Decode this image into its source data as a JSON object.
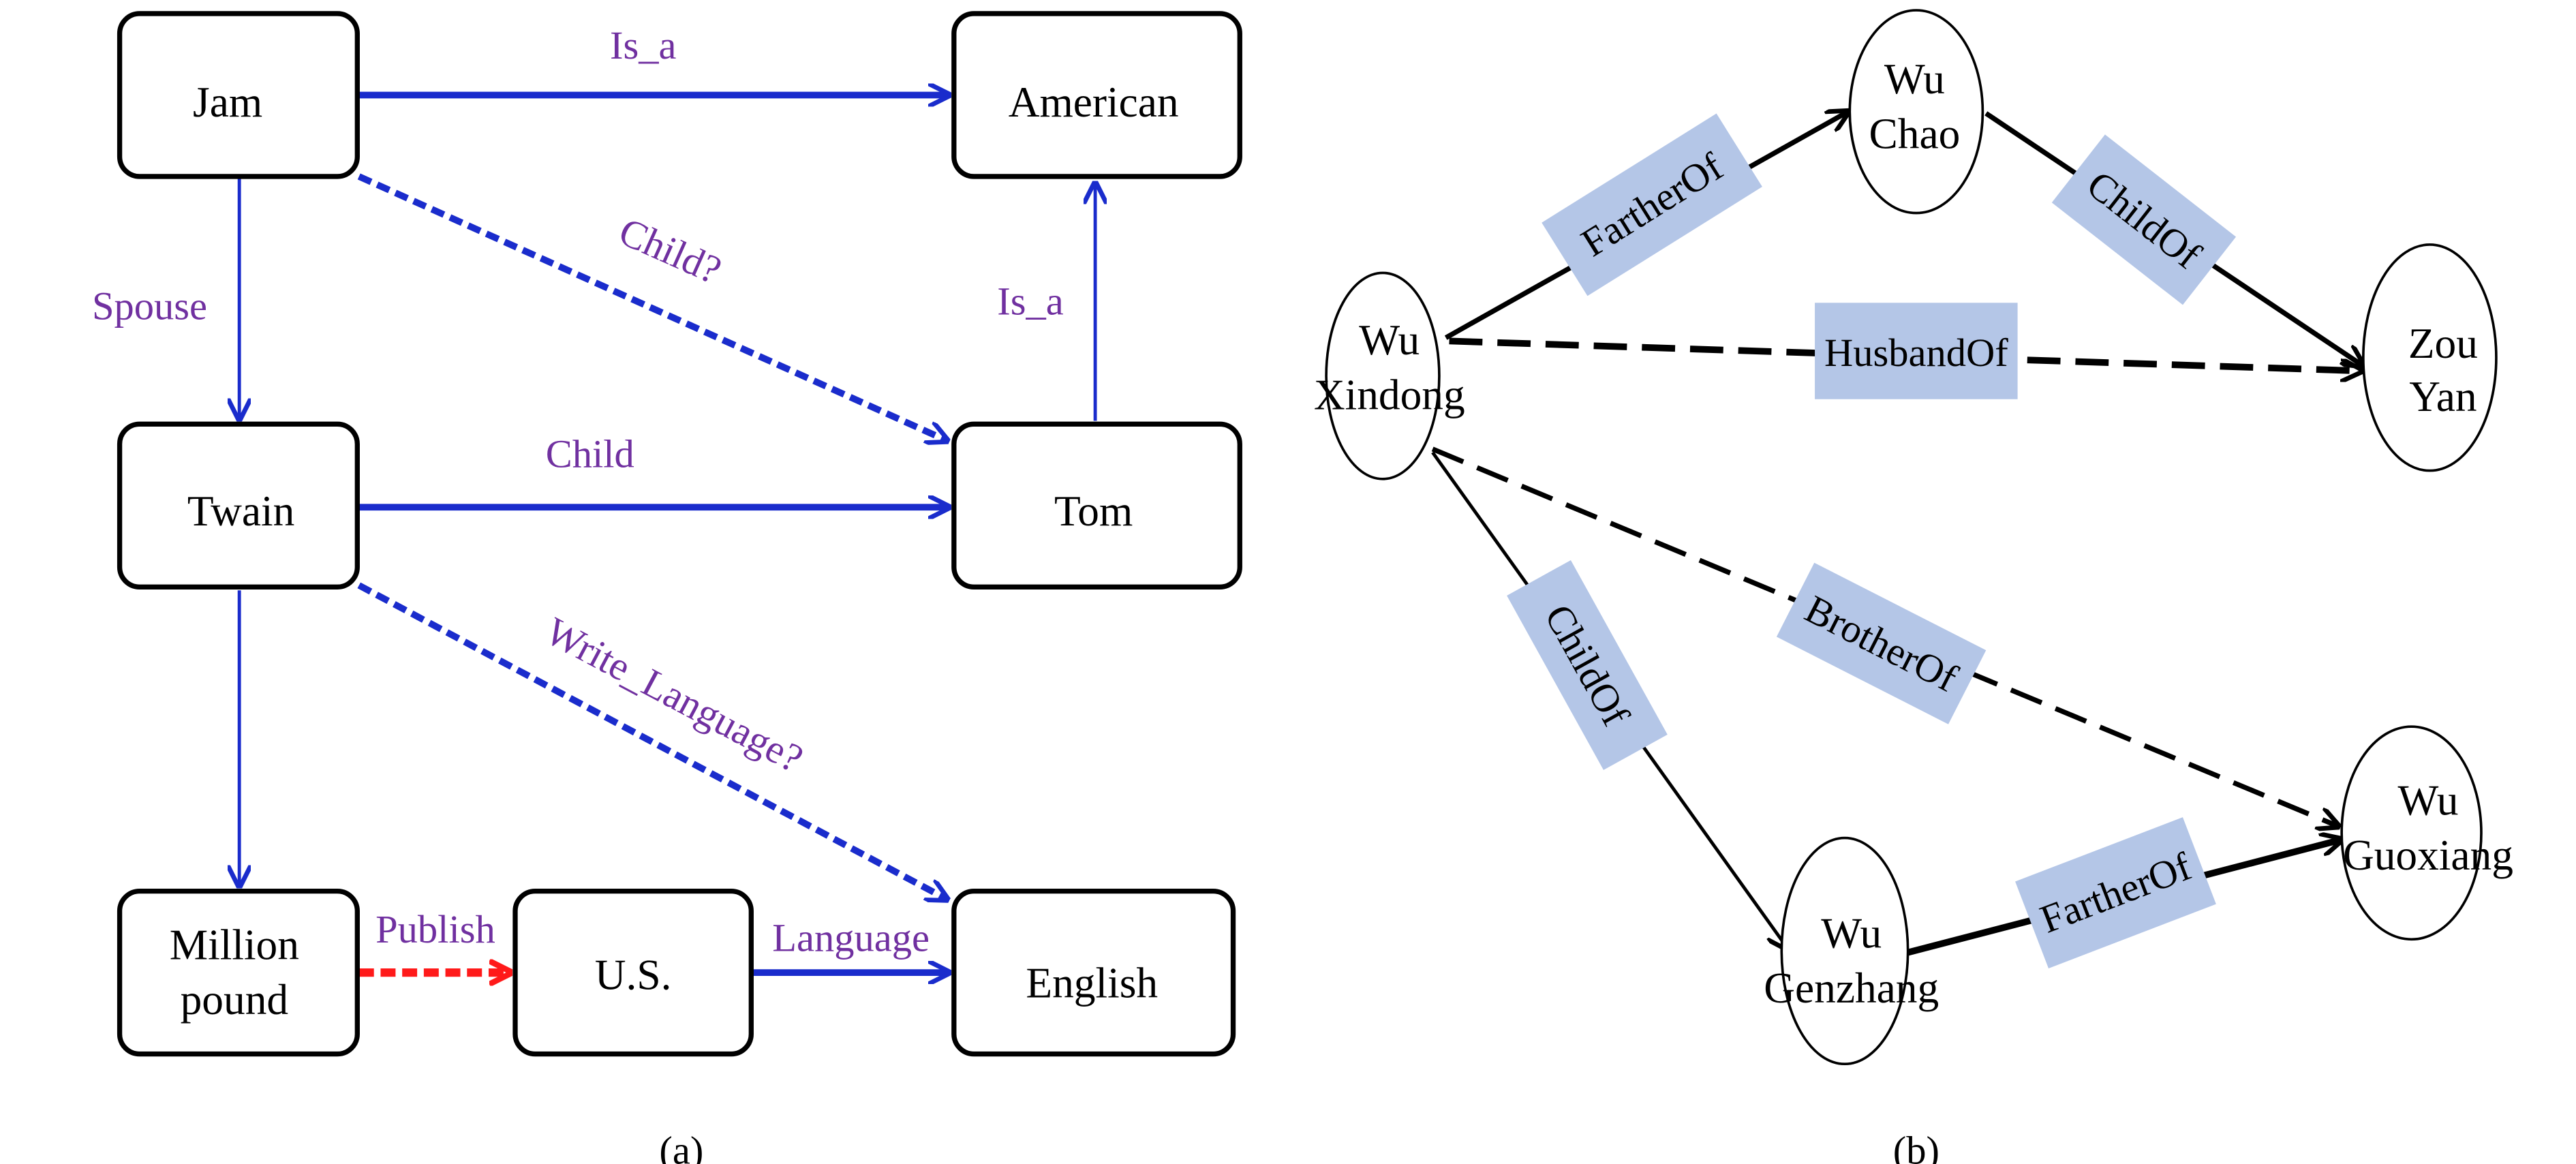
{
  "colors": {
    "blue_edge": "#1a2ccc",
    "red_edge": "#ff1a1a",
    "purple_label": "#7030a0",
    "label_box": "#b4c6e7",
    "black": "#000000"
  },
  "panel_a": {
    "caption": "(a)",
    "nodes": {
      "jam": "Jam",
      "american": "American",
      "twain": "Twain",
      "tom": "Tom",
      "million_pound_line1": "Million",
      "million_pound_line2": "pound",
      "us": "U.S.",
      "english": "English"
    },
    "edges": {
      "jam_american": "Is_a",
      "jam_tom": "Child?",
      "jam_twain": "Spouse",
      "tom_american": "Is_a",
      "twain_tom": "Child",
      "twain_english": "Write_Language?",
      "million_us": "Publish",
      "us_english": "Language"
    }
  },
  "panel_b": {
    "caption": "(b)",
    "nodes": {
      "wu_xindong": [
        "Wu",
        "Xindong"
      ],
      "wu_chao": [
        "Wu",
        "Chao"
      ],
      "zou_yan": [
        "Zou",
        "Yan"
      ],
      "wu_genzhang": [
        "Wu",
        "Genzhang"
      ],
      "wu_guoxiang": [
        "Wu",
        "Guoxiang"
      ]
    },
    "edges": {
      "xindong_chao": "FartherOf",
      "chao_zouyan": "ChildOf",
      "xindong_zouyan": "HusbandOf",
      "xindong_guoxiang": "BrotherOf",
      "xindong_genzhang": "ChildOf",
      "genzhang_guoxiang": "FartherOf"
    }
  }
}
